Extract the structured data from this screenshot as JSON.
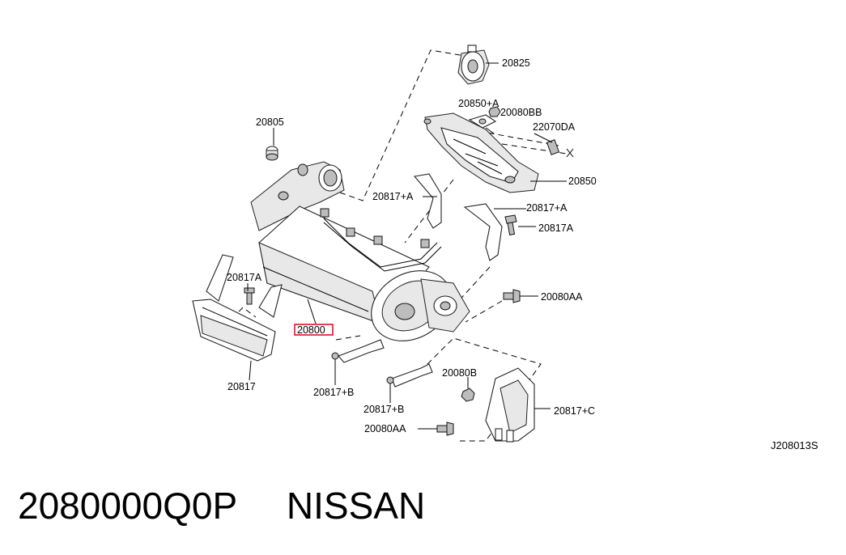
{
  "labels": {
    "p20825": "20825",
    "p20850A": "20850+A",
    "p20080BB": "20080BB",
    "p22070DA": "22070DA",
    "p20805": "20805",
    "p20850": "20850",
    "p20817A_plus1": "20817+A",
    "p20817A_plus2": "20817+A",
    "p20817A_1": "20817A",
    "p20817A_2": "20817A",
    "p20080AA_1": "20080AA",
    "p20800": "20800",
    "p20080B": "20080B",
    "p20817B_1": "20817+B",
    "p20817B_2": "20817+B",
    "p20817C": "20817+C",
    "p20080AA_2": "20080AA",
    "p20817": "20817"
  },
  "diagram_code": "J208013S",
  "footer": {
    "part_number": "2080000Q0P",
    "brand": "NISSAN"
  },
  "highlight_color": "#e0001a"
}
